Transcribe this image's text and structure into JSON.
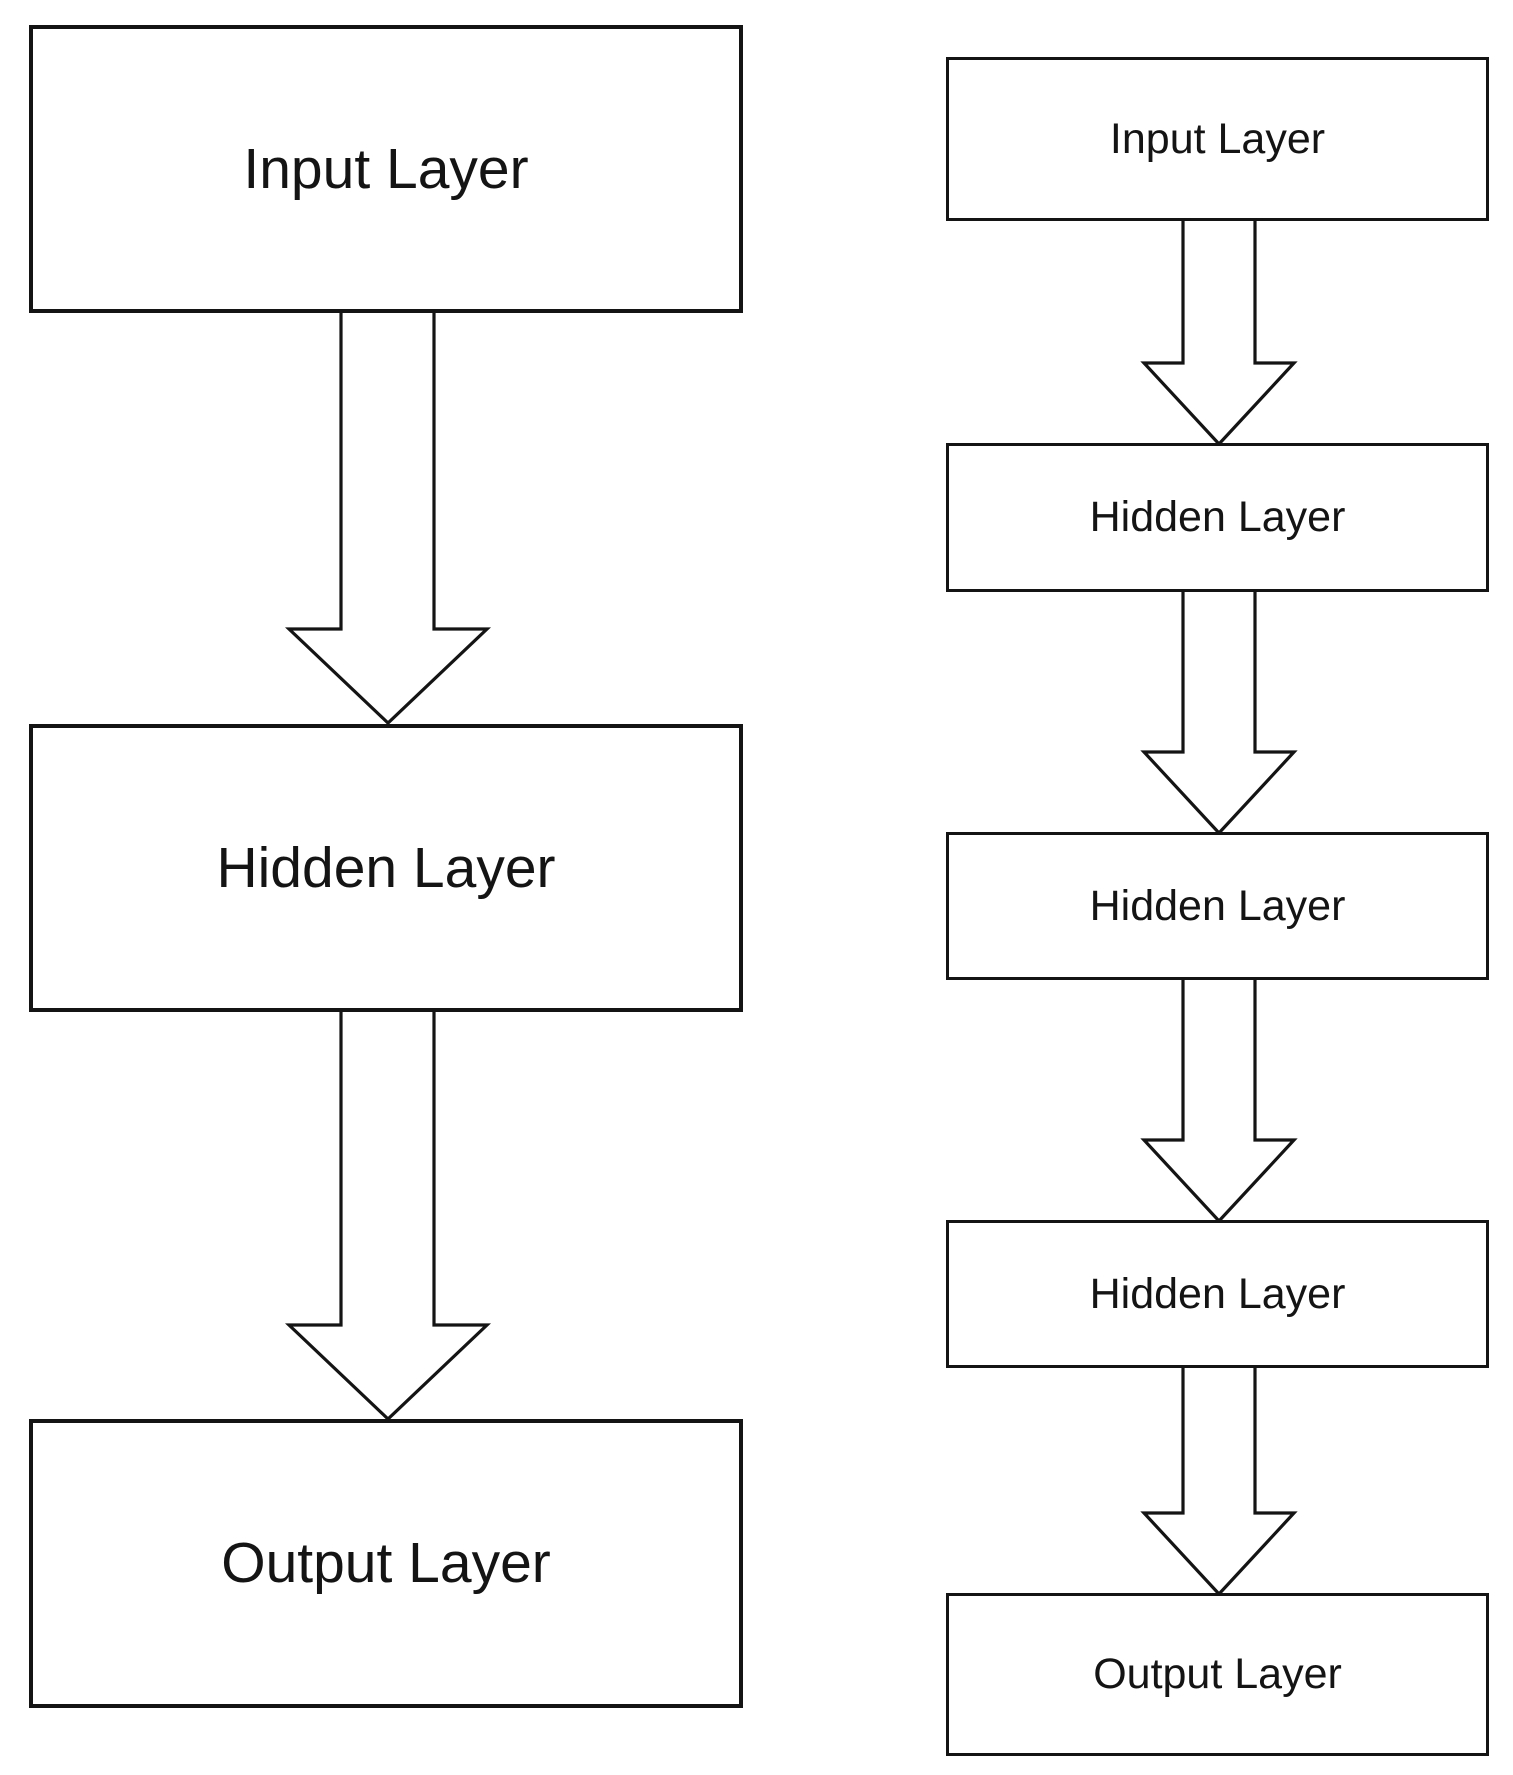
{
  "diagram": {
    "colors": {
      "line": "#141414",
      "background": "#ffffff",
      "box_fill": "#ffffff"
    },
    "left_column": {
      "boxes": [
        {
          "label": "Input Layer"
        },
        {
          "label": "Hidden Layer"
        },
        {
          "label": "Output Layer"
        }
      ]
    },
    "right_column": {
      "boxes": [
        {
          "label": "Input Layer"
        },
        {
          "label": "Hidden Layer"
        },
        {
          "label": "Hidden Layer"
        },
        {
          "label": "Hidden Layer"
        },
        {
          "label": "Output Layer"
        }
      ]
    }
  }
}
